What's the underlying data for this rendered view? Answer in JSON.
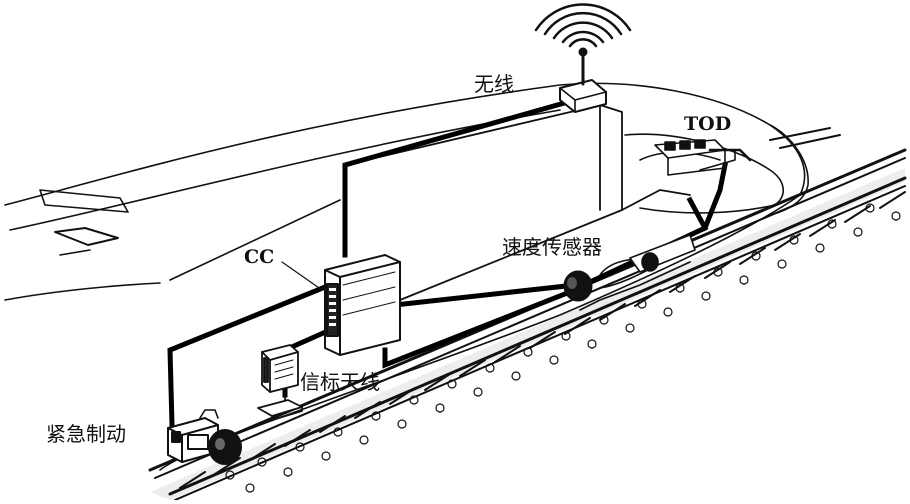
{
  "labels": {
    "wireless": "无线",
    "tod": "TOD",
    "cc": "CC",
    "speed_sensor": "速度传感器",
    "beacon_antenna": "信标天线",
    "emergency_brake": "紧急制动"
  }
}
